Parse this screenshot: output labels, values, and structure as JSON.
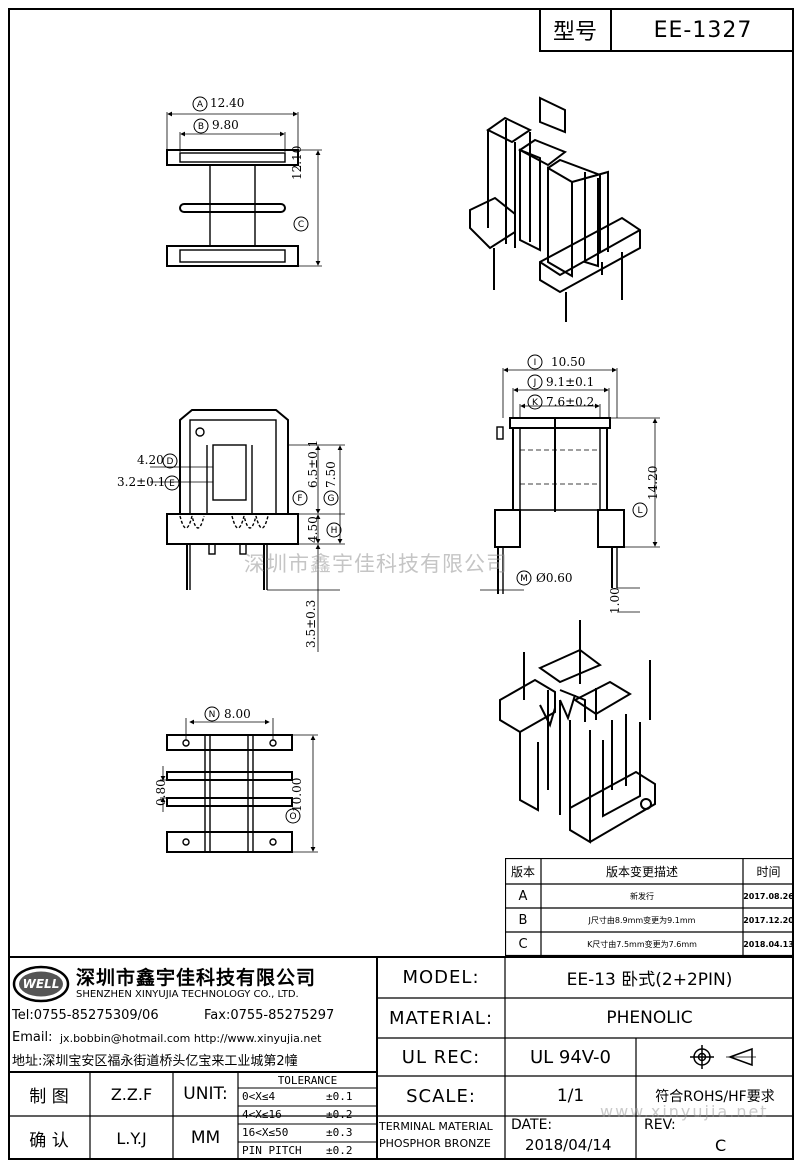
{
  "header": {
    "type_label": "型号",
    "type_value": "EE-1327"
  },
  "dimensions": {
    "A": "12.40",
    "B": "9.80",
    "C": "12.10",
    "D": "4.20",
    "E": "3.2±0.1",
    "F": "6.5±0.1",
    "G": "7.50",
    "H": "4.50",
    "pin_len": "3.5±0.3",
    "I": "10.50",
    "J": "9.1±0.1",
    "K": "7.6±0.2",
    "L": "14.20",
    "M": "Ø0.60",
    "pin_off": "1.00",
    "N": "8.00",
    "gap": "0.80",
    "O": "10.00",
    "letters": [
      "A",
      "B",
      "C",
      "D",
      "E",
      "F",
      "G",
      "H",
      "I",
      "J",
      "K",
      "L",
      "M",
      "N",
      "O"
    ]
  },
  "watermark": "深圳市鑫宇佳科技有限公司",
  "watermark_url": "www.xinyujia.net",
  "revision_table": {
    "headers": [
      "版本",
      "版本变更描述",
      "时间"
    ],
    "rows": [
      {
        "ver": "A",
        "desc": "新发行",
        "date": "2017.08.26"
      },
      {
        "ver": "B",
        "desc": "J尺寸由8.9mm变更为9.1mm",
        "date": "2017.12.20"
      },
      {
        "ver": "C",
        "desc": "K尺寸由7.5mm变更为7.6mm",
        "date": "2018.04.13"
      }
    ]
  },
  "company": {
    "logo": "WELL",
    "name_cn": "深圳市鑫宇佳科技有限公司",
    "name_en": "SHENZHEN XINYUJIA TECHNOLOGY CO., LTD.",
    "tel": "Tel:0755-85275309/06",
    "fax": "Fax:0755-85275297",
    "email_label": "Email:",
    "email": "jx.bobbin@hotmail.com http://www.xinyujia.net",
    "address": "地址:深圳宝安区福永街道桥头亿宝来工业城第2幢"
  },
  "specs": {
    "model_label": "MODEL:",
    "model_value": "EE-13 卧式(2+2PIN)",
    "material_label": "MATERIAL:",
    "material_value": "PHENOLIC",
    "ulrec_label": "UL REC:",
    "ulrec_value": "UL 94V-0",
    "scale_label": "SCALE:",
    "scale_value": "1/1",
    "rohs": "符合ROHS/HF要求",
    "terminal_1": "TERMINAL MATERIAL",
    "terminal_2": "PHOSPHOR BRONZE",
    "date_label": "DATE:",
    "date_value": "2018/04/14",
    "rev_label": "REV:",
    "rev_value": "C"
  },
  "signoff": {
    "draw_label": "制 图",
    "draw_value": "Z.Z.F",
    "confirm_label": "确 认",
    "confirm_value": "L.Y.J",
    "unit_label": "UNIT:",
    "unit_value": "MM"
  },
  "tolerance": {
    "title": "TOLERANCE",
    "rows": [
      {
        "range": "0<X≤4",
        "tol": "±0.1"
      },
      {
        "range": "4<X≤16",
        "tol": "±0.2"
      },
      {
        "range": "16<X≤50",
        "tol": "±0.3"
      },
      {
        "range": "PIN PITCH",
        "tol": "±0.2"
      }
    ]
  }
}
